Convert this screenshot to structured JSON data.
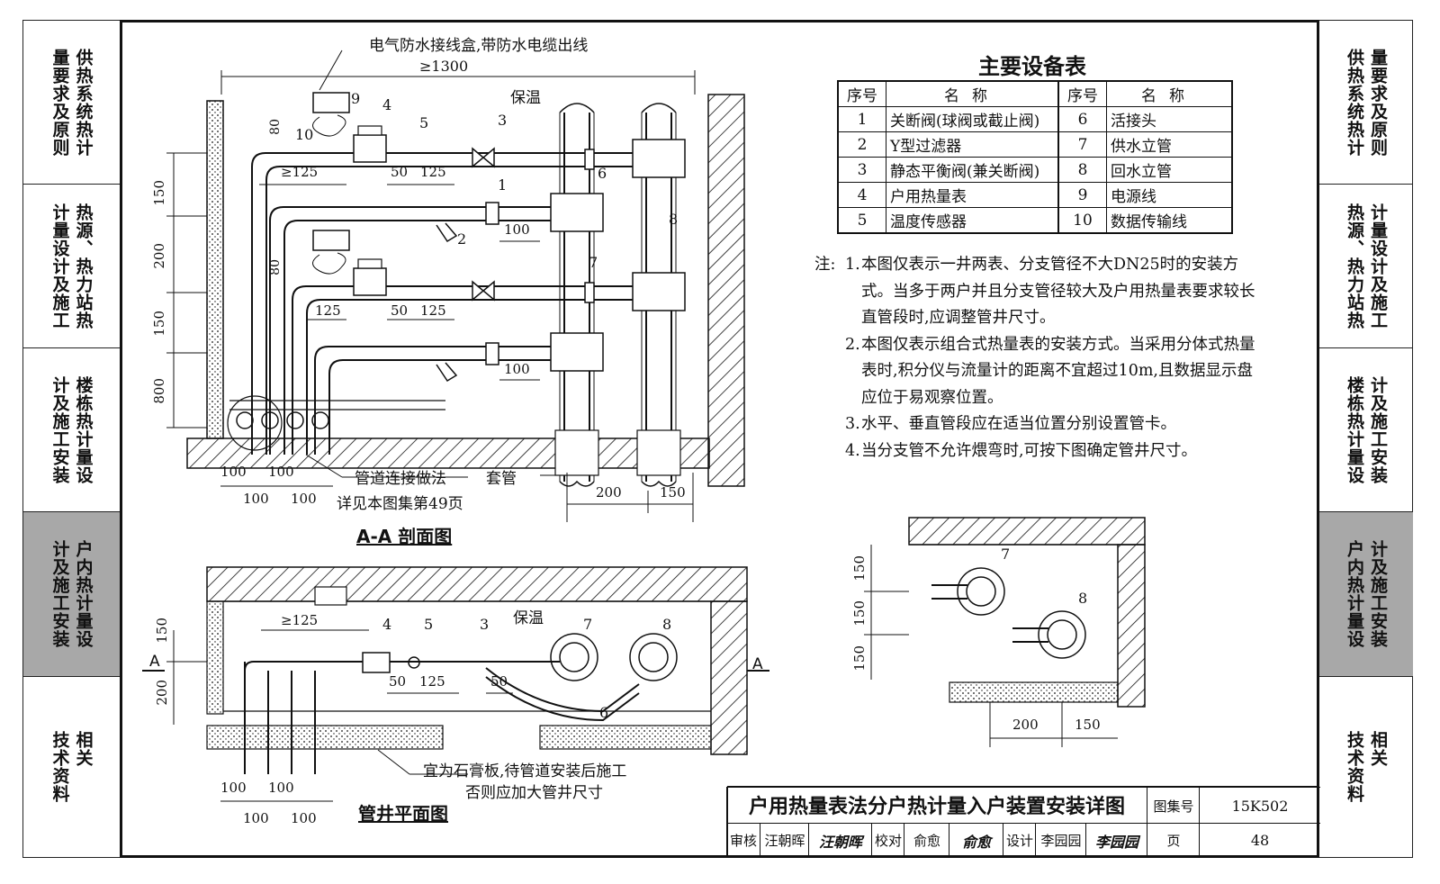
{
  "side_tabs_left": [
    {
      "label": "供热系统热计\n量要求及原则",
      "active": false
    },
    {
      "label": "热源、热力站热\n计量设计及施工",
      "active": false
    },
    {
      "label": "楼栋热计量设\n计及施工安装",
      "active": false
    },
    {
      "label": "户内热计量设\n计及施工安装",
      "active": true
    },
    {
      "label": "相关\n技术资料",
      "active": false
    }
  ],
  "side_tabs_right": [
    {
      "label": "量要求及原则\n供热系统热计",
      "active": false
    },
    {
      "label": "计量设计及施工\n热源、热力站热",
      "active": false
    },
    {
      "label": "计及施工安装\n楼栋热计量设",
      "active": false
    },
    {
      "label": "计及施工安装\n户内热计量设",
      "active": true
    },
    {
      "label": "相关\n技术资料",
      "active": false
    }
  ],
  "equipment_table": {
    "title": "主要设备表",
    "headers": [
      "序号",
      "名称",
      "序号",
      "名称"
    ],
    "rows": [
      [
        "1",
        "关断阀(球阀或截止阀)",
        "6",
        "活接头"
      ],
      [
        "2",
        "Y型过滤器",
        "7",
        "供水立管"
      ],
      [
        "3",
        "静态平衡阀(兼关断阀)",
        "8",
        "回水立管"
      ],
      [
        "4",
        "户用热量表",
        "9",
        "电源线"
      ],
      [
        "5",
        "温度传感器",
        "10",
        "数据传输线"
      ]
    ]
  },
  "notes": {
    "label": "注:",
    "items": [
      {
        "num": "1.",
        "text": "本图仅表示一井两表、分支管径不大DN25时的安装方式。当多于两户并且分支管径较大及户用热量表要求较长直管段时,应调整管井尺寸。"
      },
      {
        "num": "2.",
        "text": "本图仅表示组合式热量表的安装方式。当采用分体式热量表时,积分仪与流量计的距离不宜超过10m,且数据显示盘应位于易观察位置。"
      },
      {
        "num": "3.",
        "text": "水平、垂直管段应在适当位置分别设置管卡。"
      },
      {
        "num": "4.",
        "text": "当分支管不允许煨弯时,可按下图确定管井尺寸。"
      }
    ]
  },
  "section_view": {
    "title": "A-A 剖面图",
    "callout_junction_box": "电气防水接线盒,带防水电缆出线",
    "label_insulation": "保温",
    "label_sleeve": "套管",
    "label_connection": "管道连接做法",
    "label_see_page": "详见本图集第49页",
    "dim_top": "≥1300",
    "dim_left": [
      "150",
      "200",
      "150",
      "800"
    ],
    "dim_80": "80",
    "dim_ge125": "≥125",
    "dim_125": "125",
    "dim_50": "50",
    "dim_100": "100",
    "dim_200": "200",
    "dim_150": "150",
    "markers": [
      "1",
      "2",
      "3",
      "4",
      "5",
      "6",
      "7",
      "8",
      "9",
      "10"
    ]
  },
  "plan_view": {
    "title": "管井平面图",
    "label_insulation": "保温",
    "note_line1": "宜为石膏板,待管道安装后施工",
    "note_line2": "否则应加大管井尺寸",
    "section_mark": "A",
    "dim_ge125": "≥125",
    "dim_150": "150",
    "dim_200": "200",
    "dim_50": "50",
    "dim_125": "125",
    "dim_100": "100"
  },
  "small_plan": {
    "dims_vertical": [
      "150",
      "150",
      "150"
    ],
    "dims_horizontal": [
      "200",
      "150"
    ],
    "markers": [
      "7",
      "8"
    ]
  },
  "title_block": {
    "title": "户用热量表法分户热计量入户装置安装详图",
    "atlas_label": "图集号",
    "atlas_no": "15K502",
    "review_label": "审核",
    "reviewer": "汪朝晖",
    "reviewer_sign": "汪朝晖",
    "check_label": "校对",
    "checker": "俞愈",
    "checker_sign": "俞愈",
    "design_label": "设计",
    "designer": "李园园",
    "designer_sign": "李园园",
    "page_label": "页",
    "page_no": "48"
  }
}
